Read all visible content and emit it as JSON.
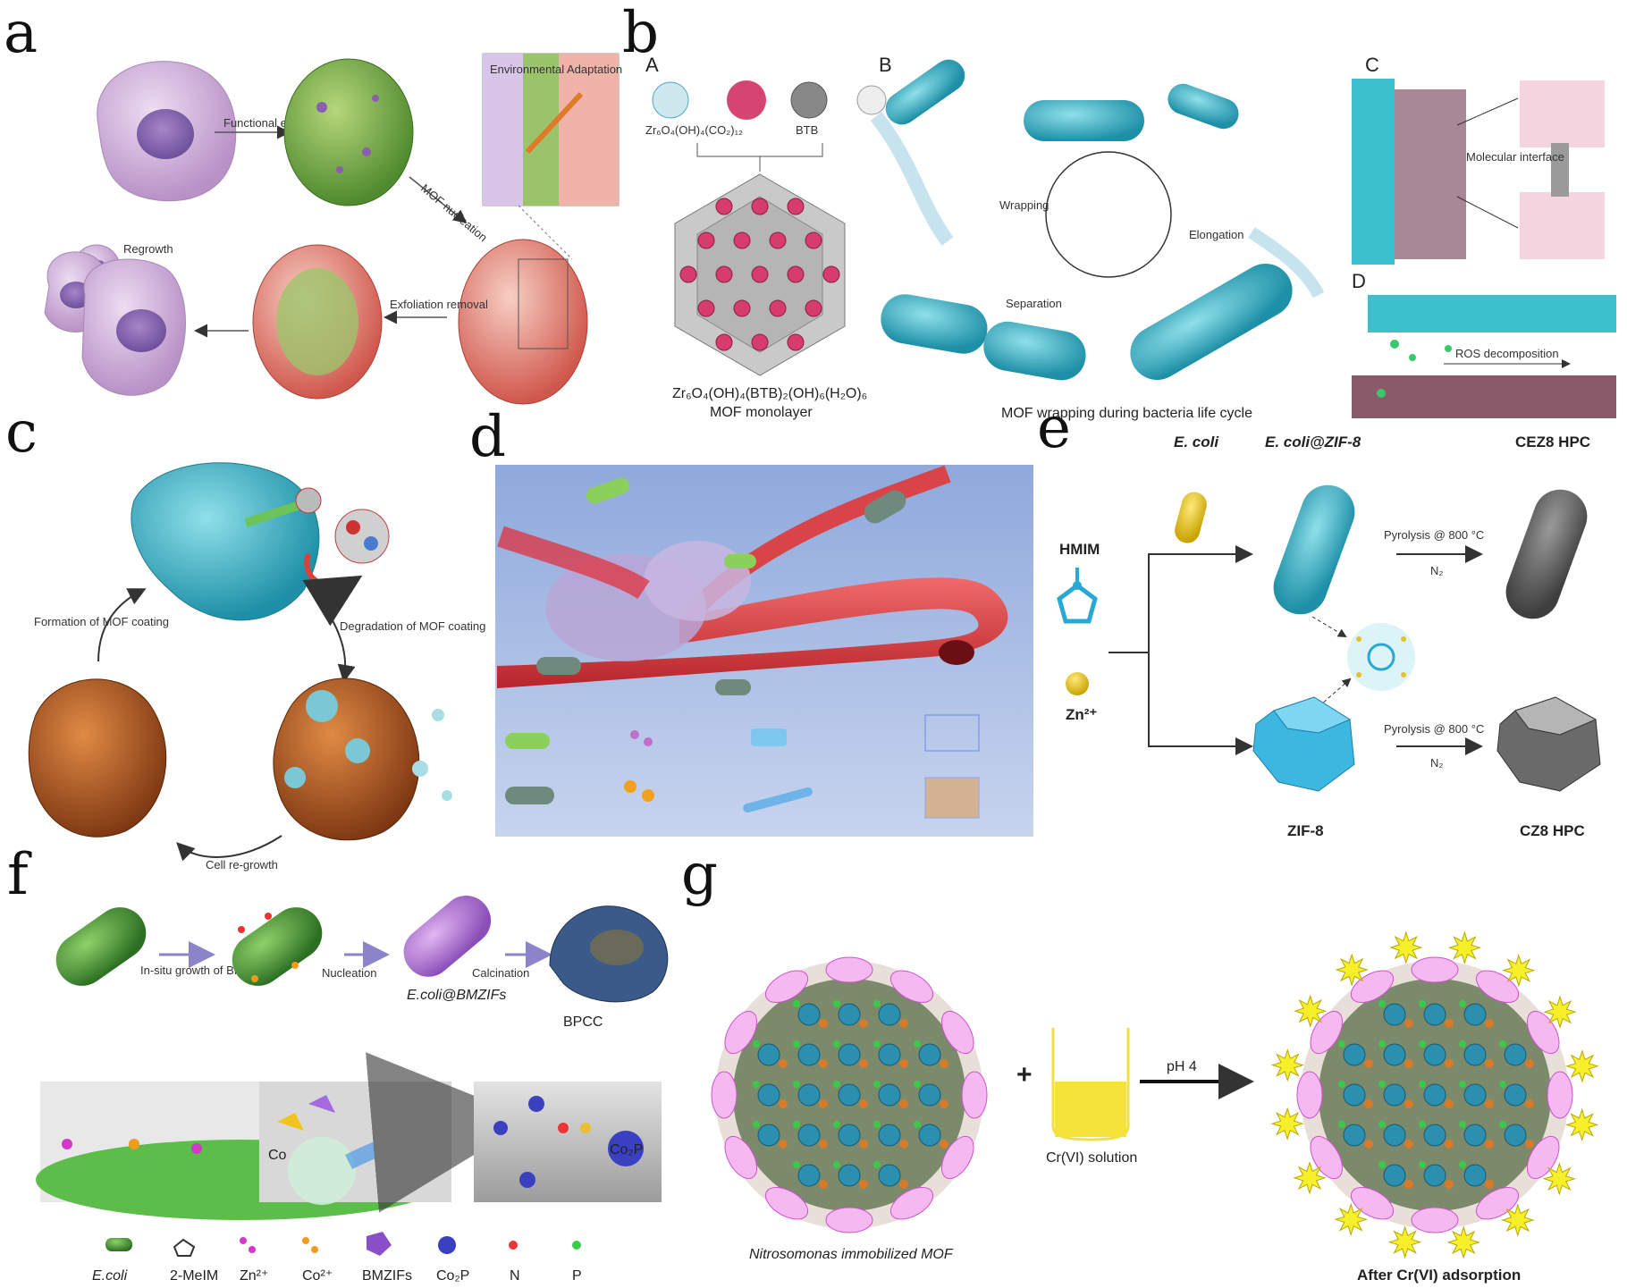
{
  "panels": {
    "a": {
      "label": "a",
      "steps": [
        "Functional enzyme coating",
        "MOF nucleation",
        "Exfoliation removal",
        "Regrowth"
      ],
      "inset_label": "Environmental Adaptation"
    },
    "b": {
      "label": "b",
      "sub_labels": [
        "A",
        "B",
        "C",
        "D"
      ],
      "components": [
        "Zr₆O₄(OH)₄(CO₂)₁₂",
        "BTB"
      ],
      "monolayer_formula": "Zr₆O₄(OH)₄(BTB)₂(OH)₆(H₂O)₆",
      "monolayer_caption": "MOF monolayer",
      "cycle_steps": [
        "Wrapping",
        "Elongation",
        "Separation"
      ],
      "cycle_caption": "MOF wrapping during bacteria life cycle",
      "interface_label": "Molecular interface",
      "ros_label": "ROS decomposition"
    },
    "c": {
      "label": "c",
      "steps": [
        "Formation of MOF coating",
        "Degradation of MOF coating",
        "Cell re-growth"
      ]
    },
    "d": {
      "label": "d"
    },
    "e": {
      "label": "e",
      "hmim": "HMIM",
      "zn": "Zn²⁺",
      "ecoli": "E. coli",
      "ecoli_zif": "E. coli@ZIF-8",
      "cez8": "CEZ8 HPC",
      "zif8": "ZIF-8",
      "cz8": "CZ8 HPC",
      "pyrolysis_top": "Pyrolysis @ 800 °C",
      "pyrolysis_bottom": "Pyrolysis @ 800 °C",
      "n2_top": "N₂",
      "n2_bottom": "N₂"
    },
    "f": {
      "label": "f",
      "steps": [
        "In-situ growth of BMZIFs",
        "Nucleation",
        "Calcination"
      ],
      "ecoli_bmzifs": "E.coli@BMZIFs",
      "bpcc": "BPCC",
      "co_label": "Co",
      "co2p_label": "Co₂P",
      "legend": [
        "E.coli",
        "2-MeIM",
        "Zn²⁺",
        "Co²⁺",
        "BMZIFs",
        "Co₂P",
        "N",
        "P"
      ]
    },
    "g": {
      "label": "g",
      "left_caption": "Nitrosomonas immobilized MOF",
      "plus": "+",
      "beaker_label": "Cr(VI) solution",
      "arrow_label": "pH 4",
      "right_caption": "After Cr(VI) adsorption"
    }
  },
  "colors": {
    "cell_pink": "#d9b8e2",
    "mof_green": "#7fb04a",
    "coral": "#e8837a",
    "teal": "#3fb6c9",
    "vessel_red": "#d8383c",
    "bg_blue": "#9cb7e2",
    "brown": "#b0561c",
    "bacteria_green": "#4a9a3c",
    "purple": "#a070c8",
    "orange": "#e57f1e",
    "magenta": "#e07be0",
    "yellow": "#f5e23a"
  }
}
